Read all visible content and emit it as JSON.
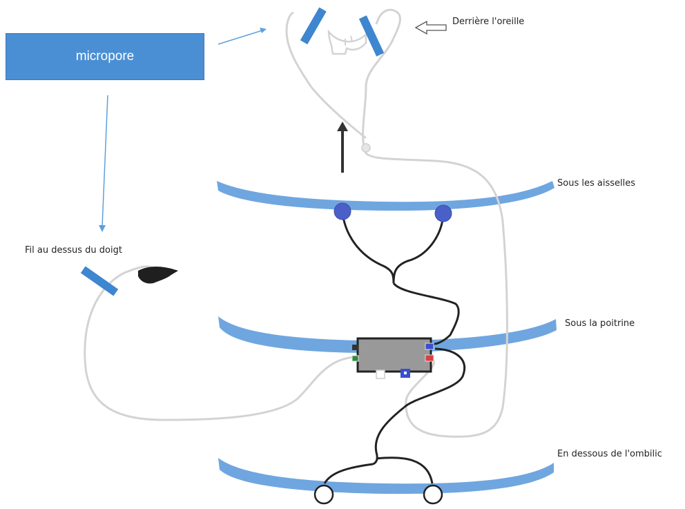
{
  "micropore": {
    "label": "micropore"
  },
  "labels": {
    "behind_ear": "Derrière l'oreille",
    "under_armpits": "Sous les aisselles",
    "above_finger": "Fil au dessus du doigt",
    "under_chest": "Sous la poitrine",
    "below_navel": "En dessous de l'ombilic"
  },
  "colors": {
    "belt": "#6fa6e0",
    "tape": "#3e86cf",
    "electrode_sensor": "#4a5fc8",
    "wire_black": "#222222",
    "wire_grey": "#d3d3d3",
    "arrow_blue": "#5aa0e0",
    "recorder_body": "#999999"
  }
}
